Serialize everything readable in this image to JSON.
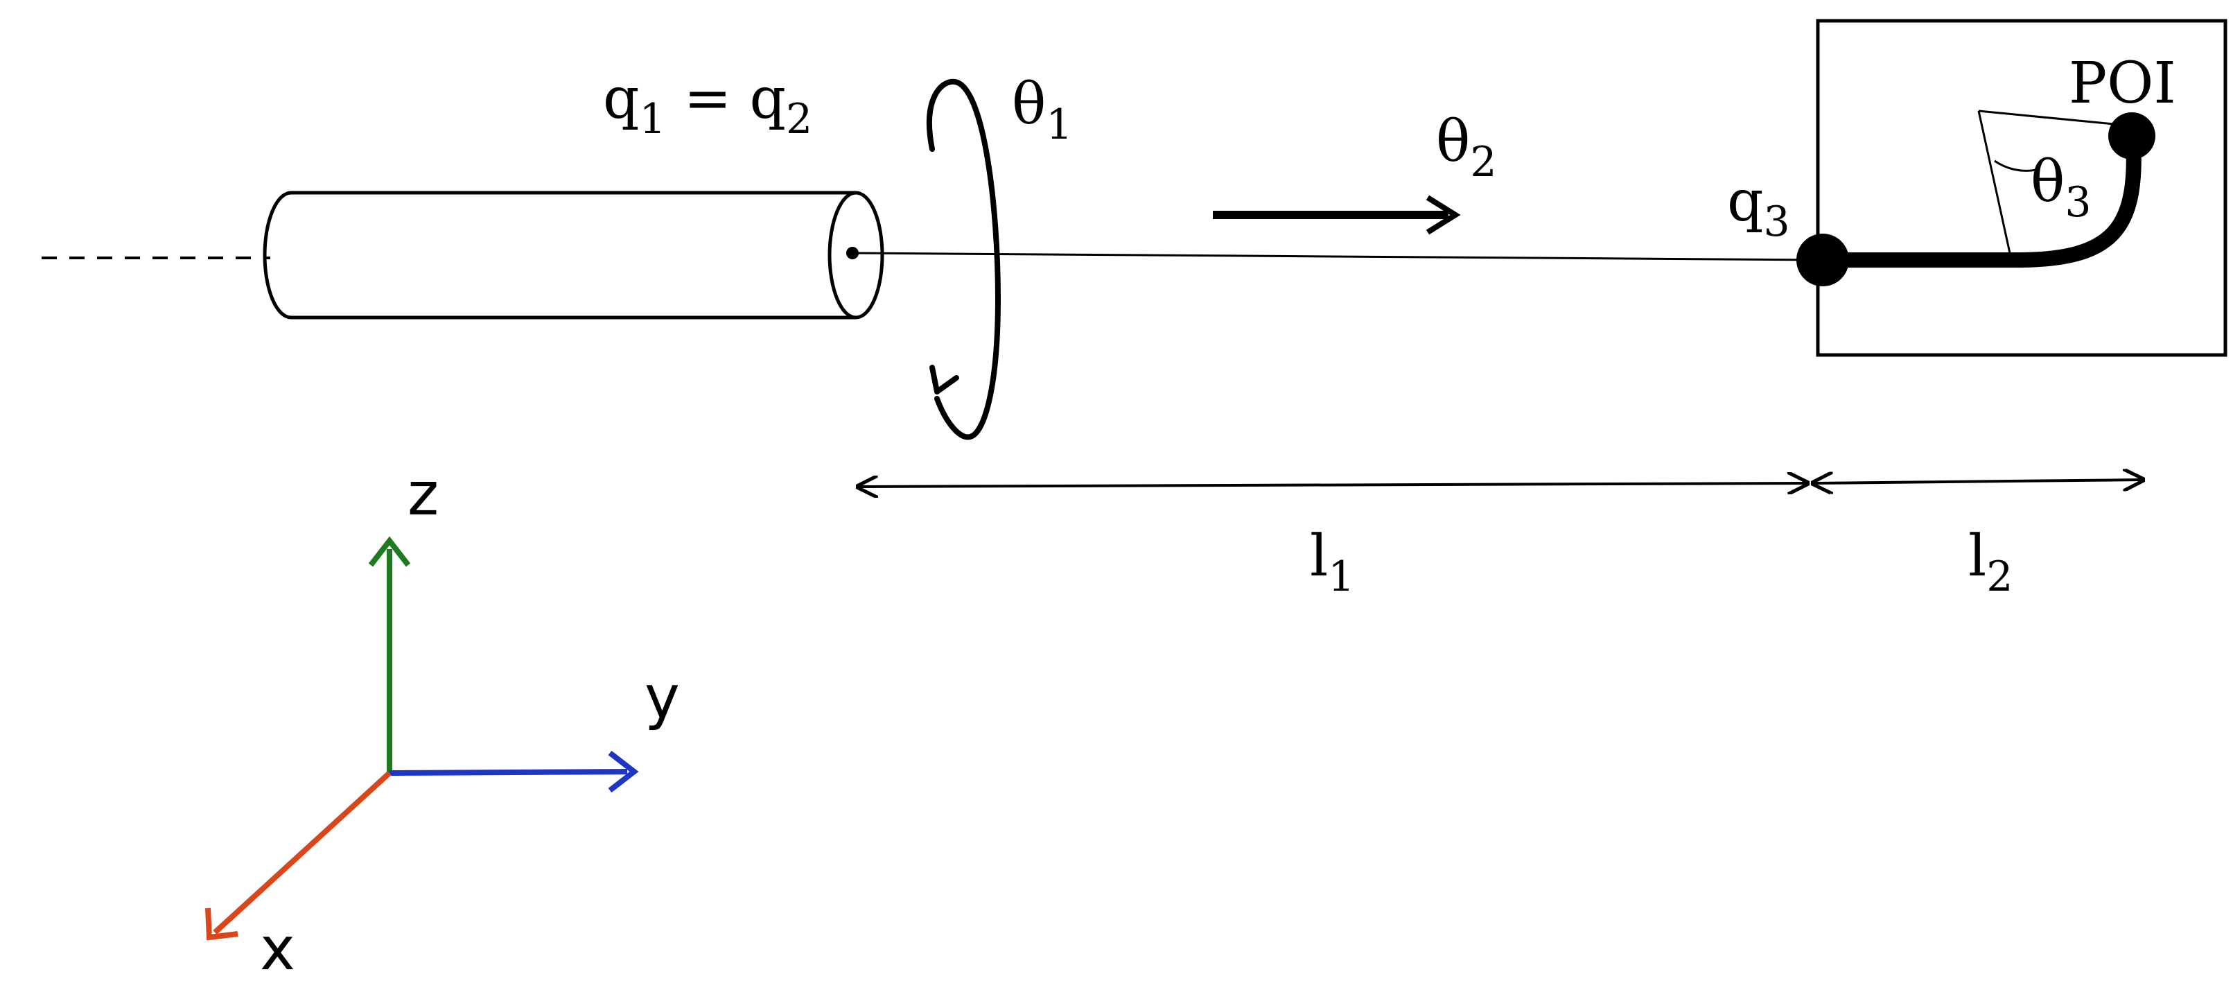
{
  "labels": {
    "q12": {
      "q": "q",
      "sub1": "1",
      "eq": " = q",
      "sub2": "2"
    },
    "theta1": {
      "base": "θ",
      "sub": "1"
    },
    "theta2": {
      "base": "θ",
      "sub": "2"
    },
    "theta3": {
      "base": "θ",
      "sub": "3"
    },
    "q3": {
      "base": "q",
      "sub": "3"
    },
    "poi": "POI",
    "l1": {
      "base": "l",
      "sub": "1"
    },
    "l2": {
      "base": "l",
      "sub": "2"
    }
  },
  "axes": {
    "z": "z",
    "y": "y",
    "x": "x",
    "colors": {
      "z": "#1e7a1e",
      "y": "#1f35c4",
      "x": "#d9461c"
    }
  }
}
